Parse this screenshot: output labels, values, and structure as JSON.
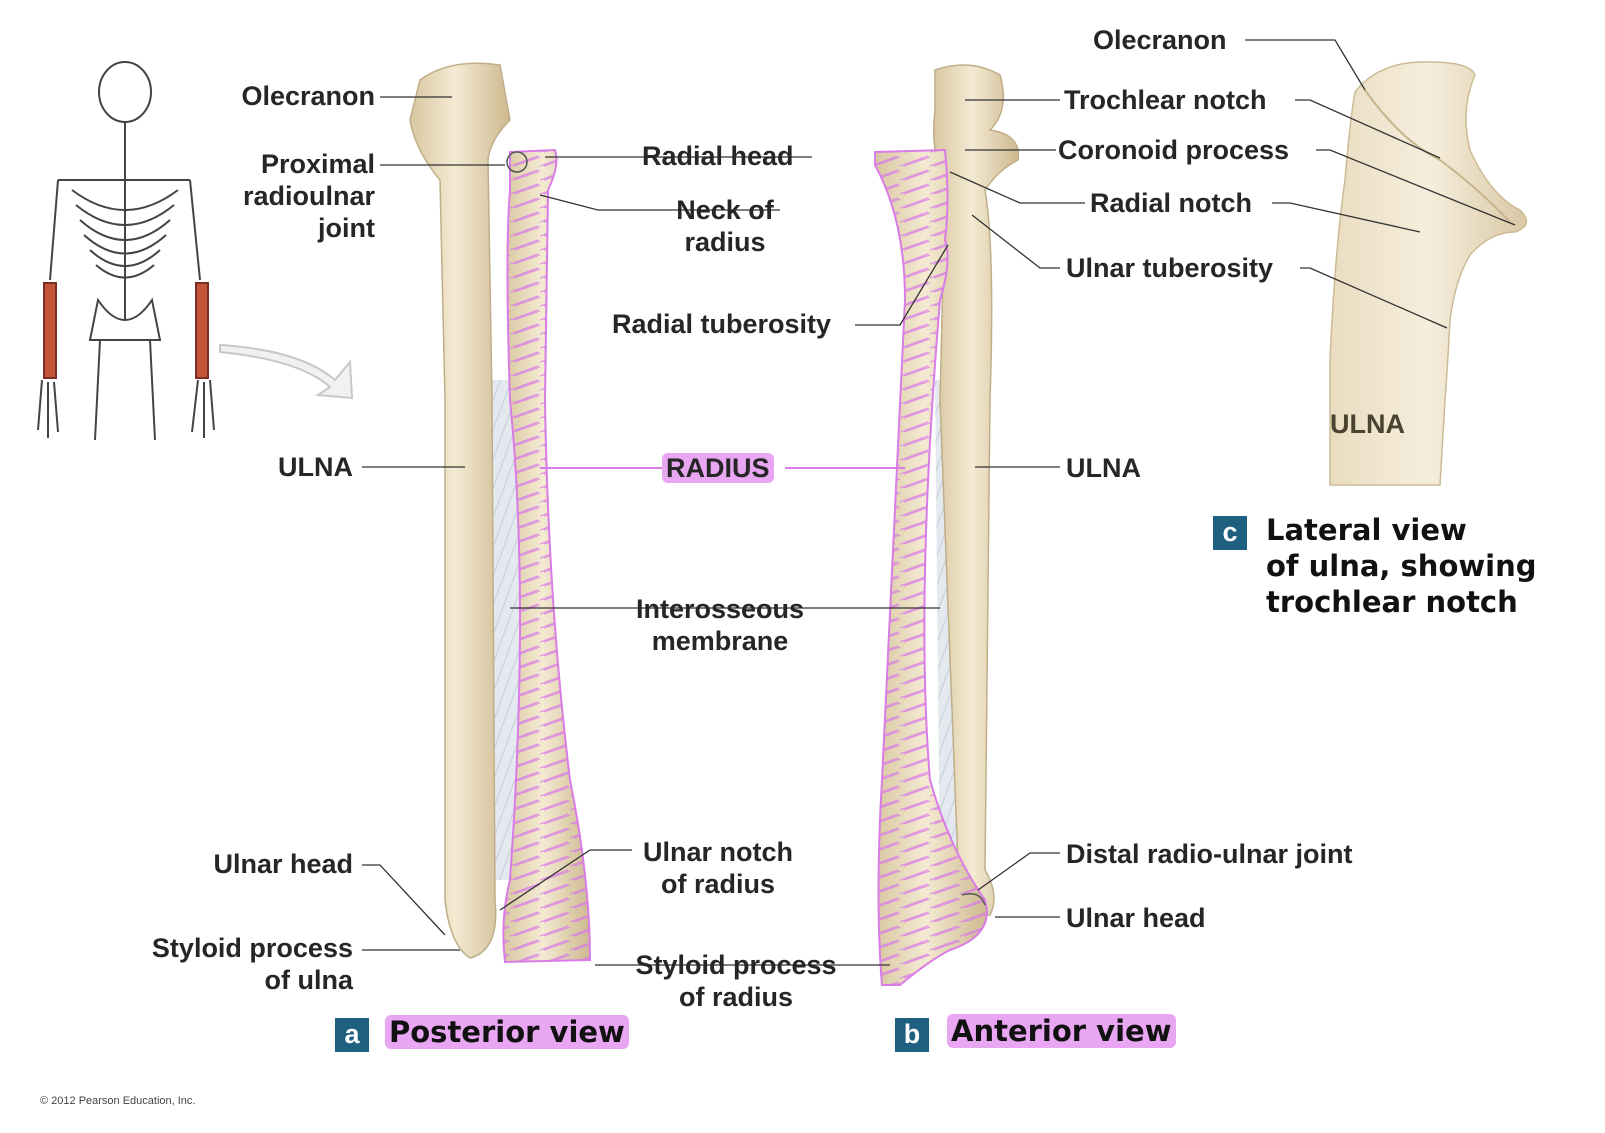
{
  "colors": {
    "bone": "#efe3c8",
    "bone_shadow": "#d6c49e",
    "membrane": "#dfe6ee",
    "highlight": "#e9a6f3",
    "leader": "#333333",
    "tag": "#1f5f80",
    "muscle": "#c2553a"
  },
  "labels": {
    "olecranon_a": "Olecranon",
    "proximal_joint": [
      "Proximal",
      "radioulnar",
      "joint"
    ],
    "ulna_a": "ULNA",
    "ulnar_head_a": "Ulnar head",
    "styloid_ulna": [
      "Styloid process",
      "of ulna"
    ],
    "radial_head": "Radial head",
    "neck_radius": [
      "Neck of",
      "radius"
    ],
    "radial_tuberosity": "Radial tuberosity",
    "radius": "RADIUS",
    "interosseous": [
      "Interosseous",
      "membrane"
    ],
    "ulnar_notch": [
      "Ulnar notch",
      "of radius"
    ],
    "styloid_radius": [
      "Styloid process",
      "of radius"
    ],
    "olecranon_c": "Olecranon",
    "trochlear_notch": "Trochlear notch",
    "coronoid": "Coronoid process",
    "radial_notch": "Radial notch",
    "ulnar_tuberosity": "Ulnar tuberosity",
    "ulna_b": "ULNA",
    "distal_joint": "Distal radio-ulnar joint",
    "ulnar_head_b": "Ulnar head",
    "ulna_c": "ULNA"
  },
  "captions": {
    "a_tag": "a",
    "a_text": "Posterior view",
    "b_tag": "b",
    "b_text": "Anterior view",
    "c_tag": "c",
    "c_text": [
      "Lateral view",
      "of ulna, showing",
      "trochlear notch"
    ]
  },
  "copyright": "© 2012 Pearson Education, Inc."
}
